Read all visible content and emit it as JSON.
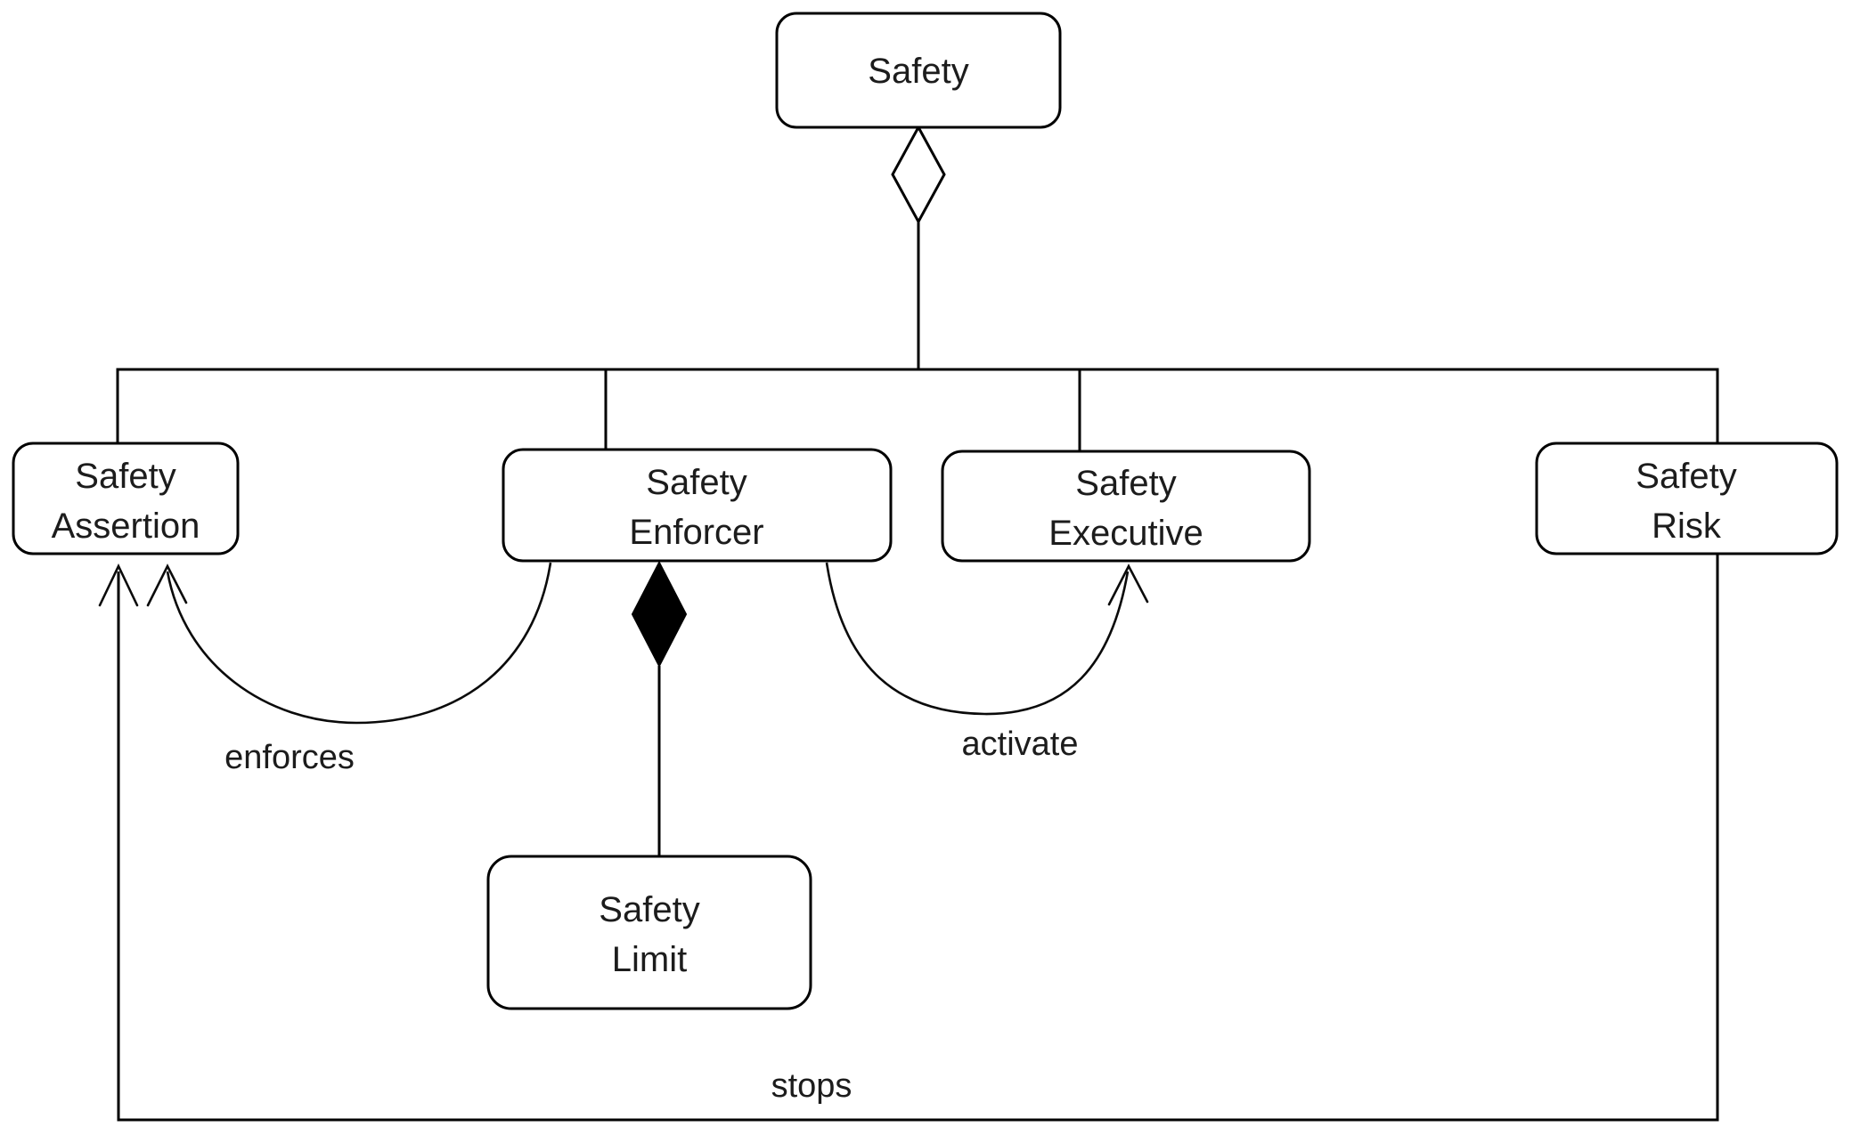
{
  "diagram": {
    "background_color": "#ffffff",
    "line_color": "#000000",
    "text_color": "#1c1c1c",
    "nodes": [
      {
        "id": "safety",
        "lines": [
          "Safety"
        ]
      },
      {
        "id": "safety-assertion",
        "lines": [
          "Safety",
          "Assertion"
        ]
      },
      {
        "id": "safety-enforcer",
        "lines": [
          "Safety",
          "Enforcer"
        ]
      },
      {
        "id": "safety-executive",
        "lines": [
          "Safety",
          "Executive"
        ]
      },
      {
        "id": "safety-risk",
        "lines": [
          "Safety",
          "Risk"
        ]
      },
      {
        "id": "safety-limit",
        "lines": [
          "Safety",
          "Limit"
        ]
      }
    ],
    "connectors": [
      {
        "type": "aggregation",
        "from": "Safety",
        "to": "Safety Assertion, Safety Enforcer, Safety Executive, Safety Risk",
        "label": ""
      },
      {
        "type": "composition",
        "from": "Safety Enforcer",
        "to": "Safety Limit",
        "label": ""
      },
      {
        "type": "arrow",
        "from": "Safety Enforcer",
        "to": "Safety Assertion",
        "label": "enforces"
      },
      {
        "type": "arrow",
        "from": "Safety Enforcer",
        "to": "Safety Executive",
        "label": "activate"
      },
      {
        "type": "arrow",
        "from": "Safety Risk",
        "to": "Safety Assertion",
        "label": "stops"
      }
    ]
  }
}
